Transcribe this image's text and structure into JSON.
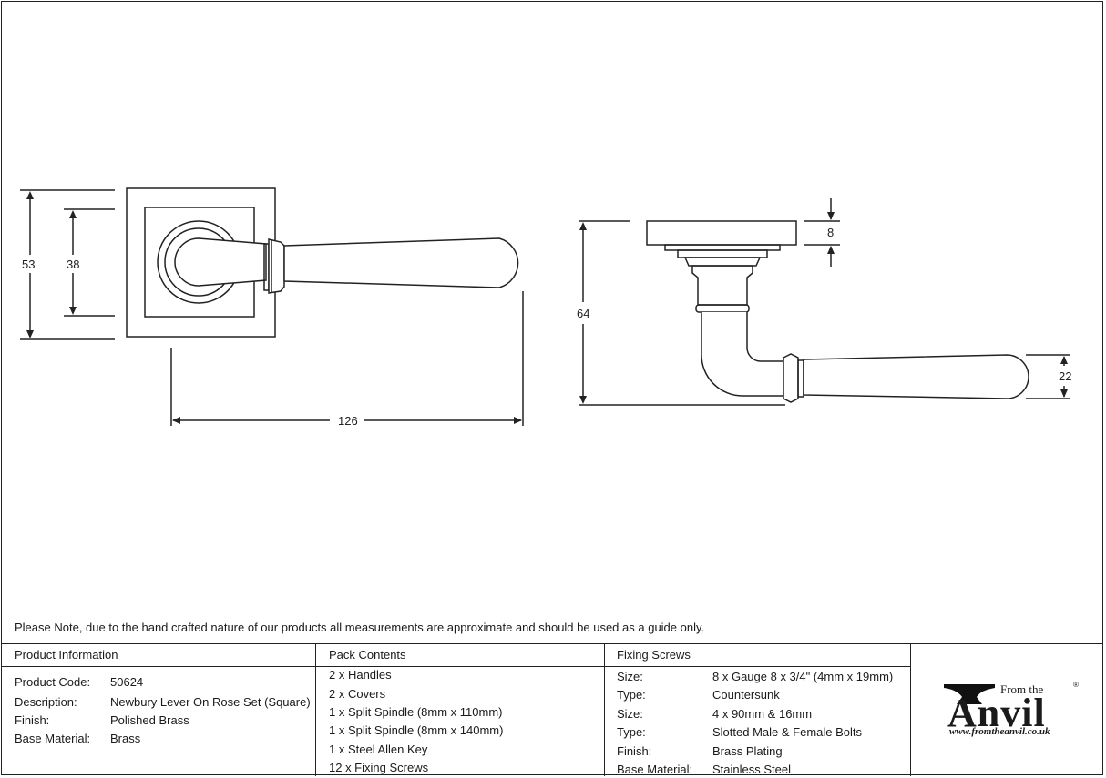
{
  "dimensions": {
    "front_height_outer": "53",
    "front_height_inner": "38",
    "front_length": "126",
    "side_height": "64",
    "side_rose_thickness": "8",
    "side_lever_thickness": "22"
  },
  "note": "Please Note, due to the hand crafted nature of our products all measurements are approximate and should be used as a guide only.",
  "product_information": {
    "header": "Product Information",
    "rows": [
      {
        "label": "Product Code:",
        "value": "50624"
      },
      {
        "label": "Description:",
        "value": "Newbury Lever On Rose Set (Square)"
      },
      {
        "label": "Finish:",
        "value": "Polished Brass"
      },
      {
        "label": "Base Material:",
        "value": "Brass"
      }
    ]
  },
  "pack_contents": {
    "header": "Pack Contents",
    "items": [
      "2 x Handles",
      "2 x Covers",
      "1 x Split Spindle (8mm x 110mm)",
      "1 x Split Spindle (8mm x 140mm)",
      "1 x Steel Allen Key",
      "12 x Fixing Screws"
    ]
  },
  "fixing_screws": {
    "header": "Fixing Screws",
    "rows": [
      {
        "label": "Size:",
        "value": "8 x Gauge 8 x 3/4\" (4mm x 19mm)"
      },
      {
        "label": "Type:",
        "value": "Countersunk"
      },
      {
        "label": "Size:",
        "value": "4 x 90mm & 16mm"
      },
      {
        "label": "Type:",
        "value": "Slotted Male & Female Bolts"
      },
      {
        "label": "Finish:",
        "value": "Brass Plating"
      },
      {
        "label": "Base Material:",
        "value": "Stainless Steel"
      }
    ]
  },
  "logo": {
    "from_the": "From the",
    "name": "Anvil",
    "registered": "®",
    "url": "www.fromtheanvil.co.uk"
  }
}
